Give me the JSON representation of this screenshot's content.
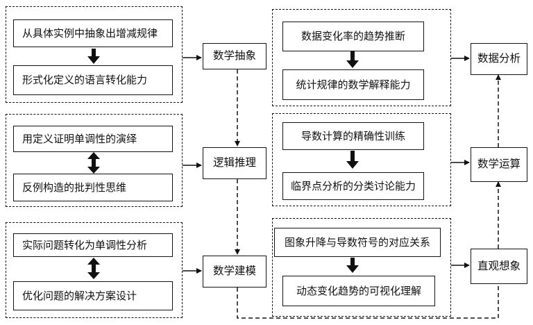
{
  "left_groups": [
    {
      "top": "从具体实例中抽象出增减规律",
      "bottom": "形式化定义的语言转化能力"
    },
    {
      "top": "用定义证明单调性的演绎",
      "bottom": "反例构造的批判性思维"
    },
    {
      "top": "实际问题转化为单调性分析",
      "bottom": "优化问题的解决方案设计"
    }
  ],
  "center_nodes": [
    "数学抽象",
    "逻辑推理",
    "数学建模"
  ],
  "right_groups": [
    {
      "top": "数据变化率的趋势推断",
      "bottom": "统计规律的数学解释能力"
    },
    {
      "top": "导数计算的精确性训练",
      "bottom": "临界点分析的分类讨论能力"
    },
    {
      "top": "图象升降与导数符号的对应关系",
      "bottom": "动态变化趋势的可视化理解"
    }
  ],
  "right_nodes": [
    "数据分析",
    "数学运算",
    "直观想象"
  ]
}
